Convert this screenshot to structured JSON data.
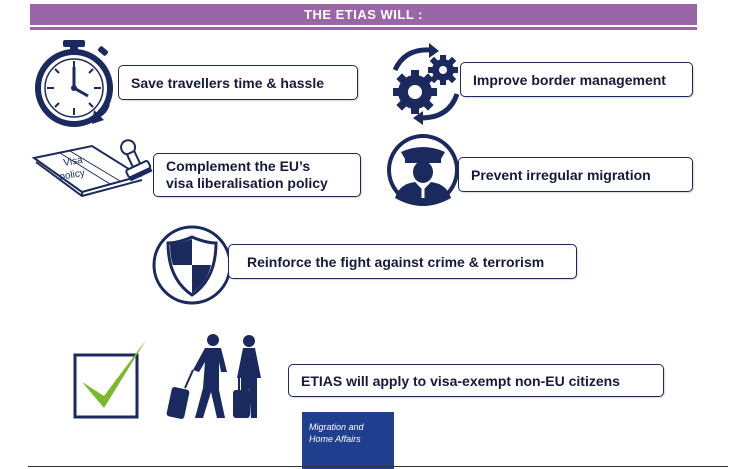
{
  "banner": {
    "title": "THE ETIAS WILL :"
  },
  "items": [
    {
      "label": "Save travellers time & hassle"
    },
    {
      "label": "Improve border management"
    },
    {
      "line1": "Complement the EU’s",
      "line2": "visa liberalisation policy"
    },
    {
      "label": "Prevent irregular migration"
    },
    {
      "label": "Reinforce the fight against crime & terrorism"
    }
  ],
  "apply": {
    "label": "ETIAS will apply to visa-exempt non-EU citizens"
  },
  "passport": {
    "text_line1": "Visa",
    "text_line2": "policy"
  },
  "logo": {
    "line1": "Migration and",
    "line2": "Home Affairs"
  },
  "colors": {
    "banner": "#9a66a8",
    "navy": "#1b2a5e",
    "check_green": "#7ab929",
    "logo_blue": "#1f3f8e"
  },
  "icons": [
    "stopwatch-icon",
    "gears-icon",
    "passport-stamp-icon",
    "police-officer-icon",
    "shield-icon",
    "checkmark-icon",
    "travellers-icon"
  ]
}
